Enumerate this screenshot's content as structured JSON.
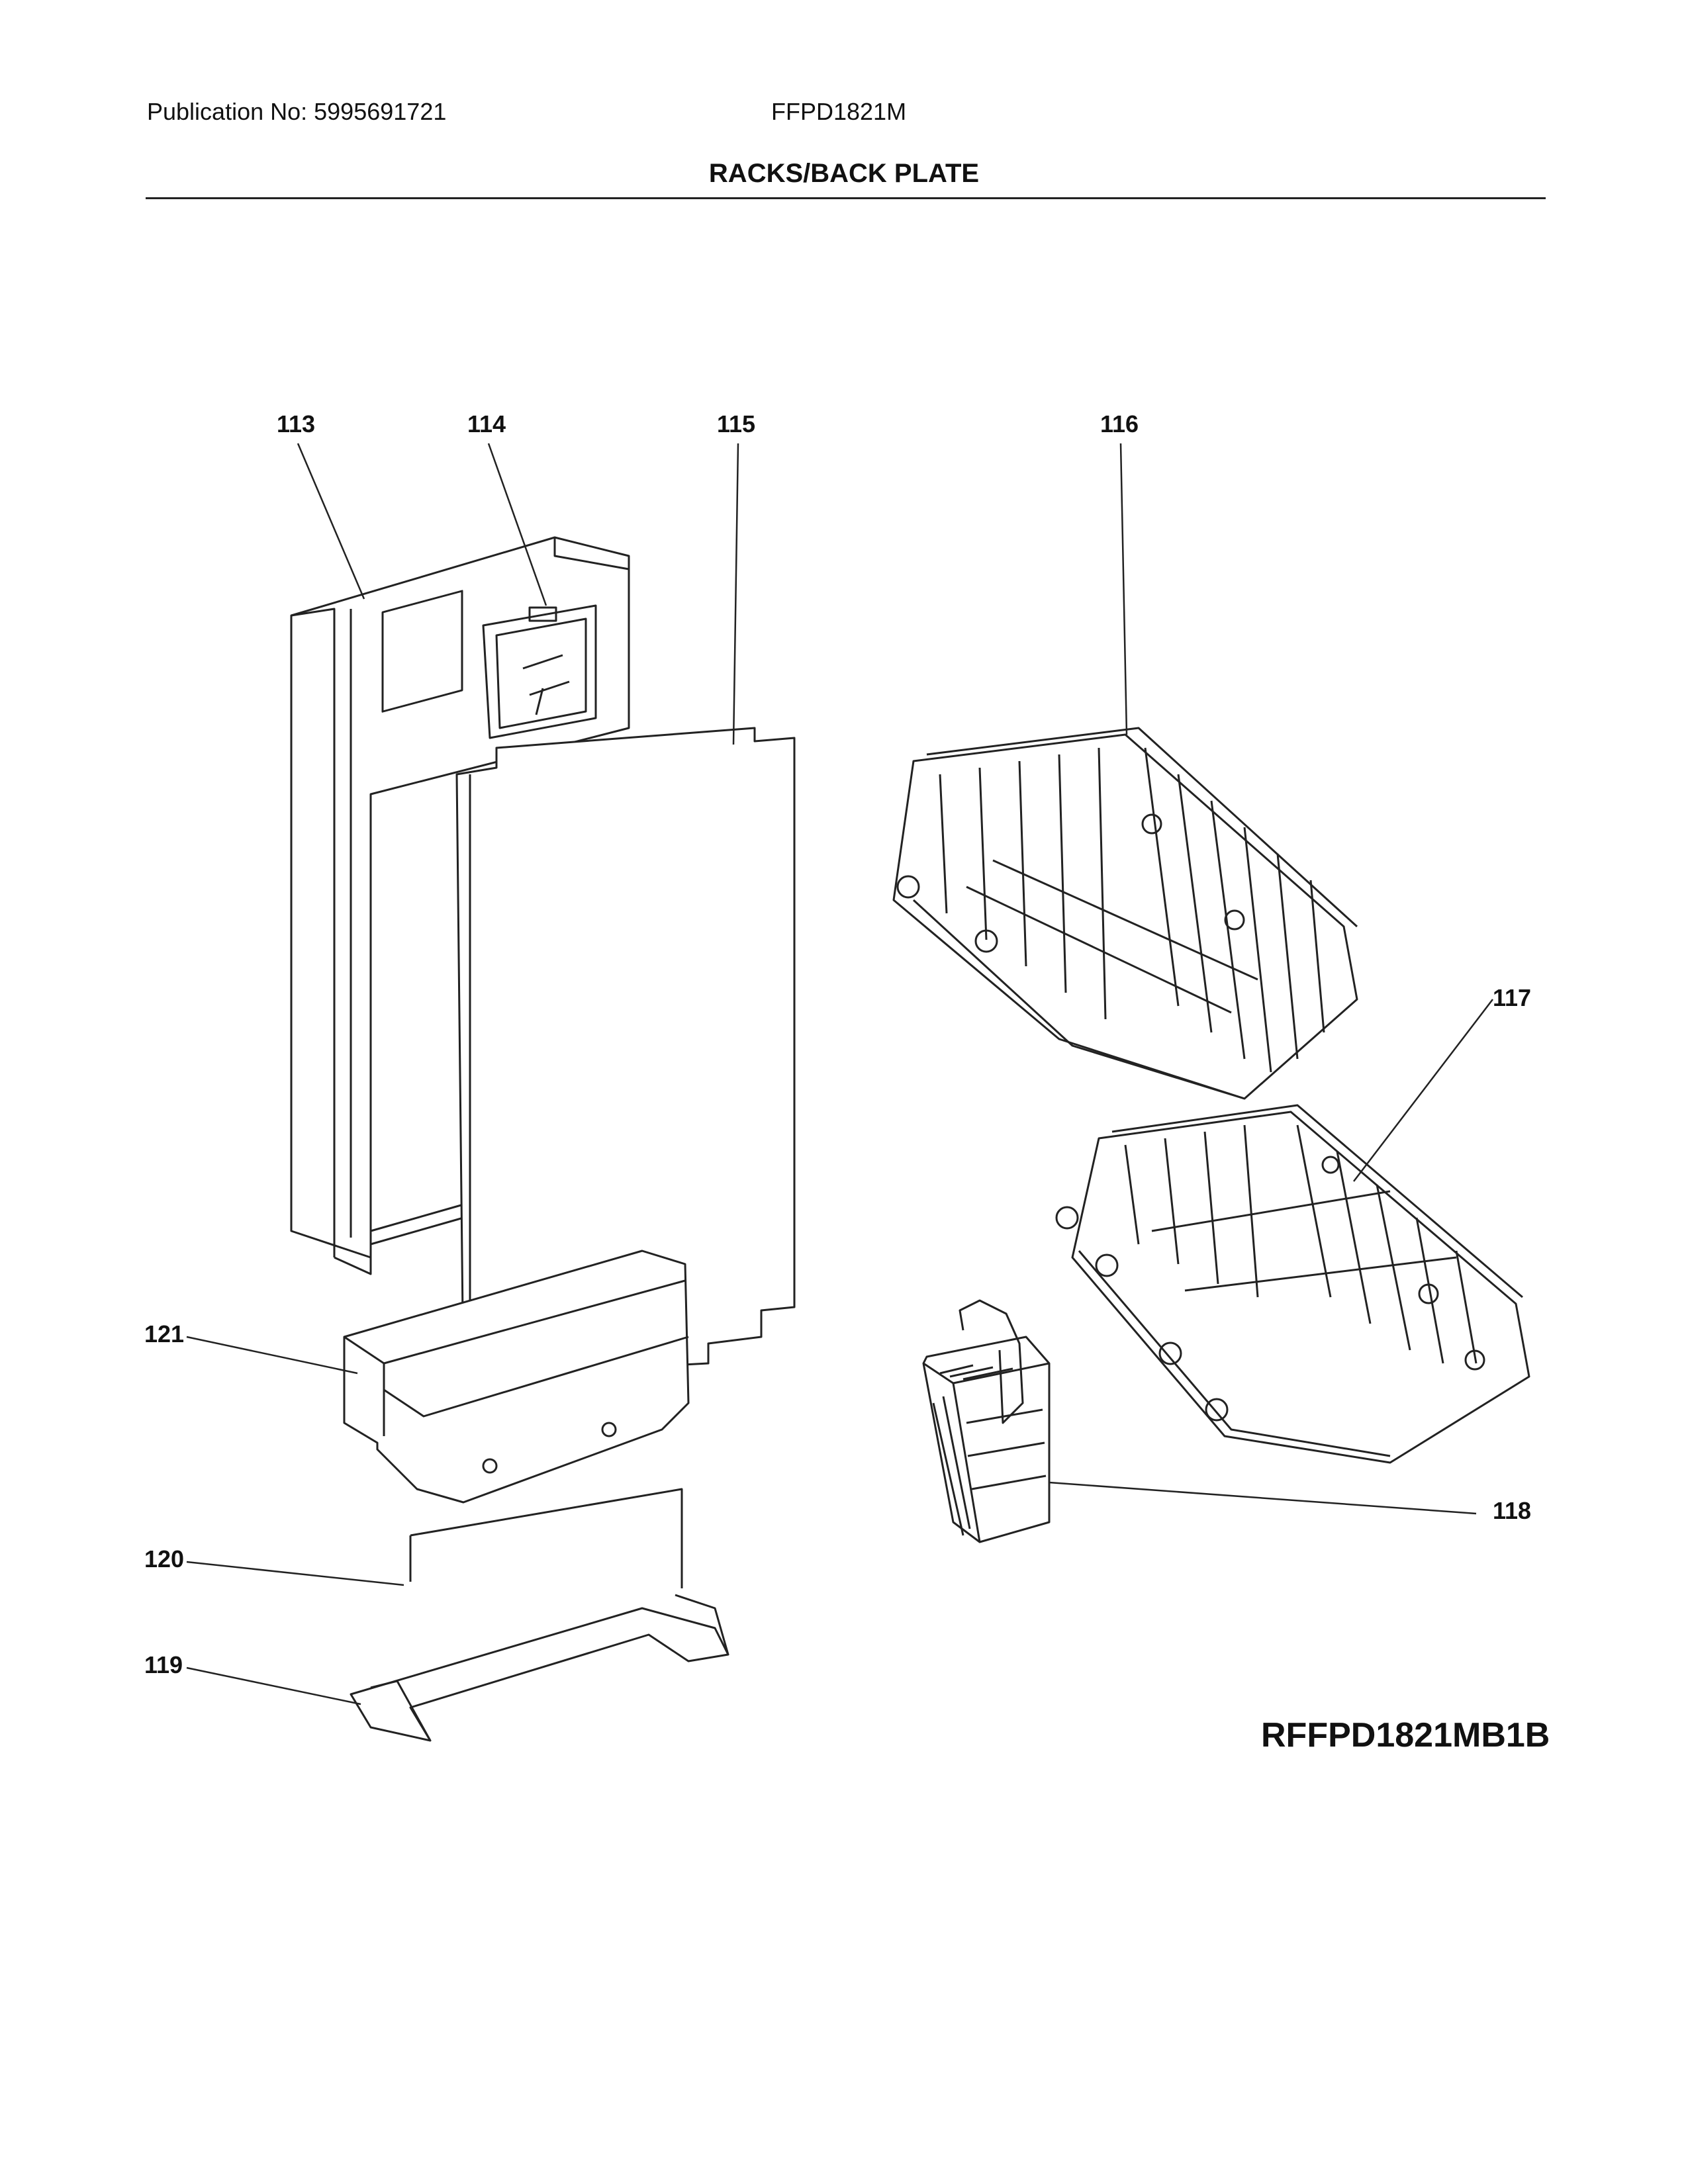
{
  "header": {
    "publication": "Publication No: 5995691721",
    "model": "FFPD1821M",
    "title": "RACKS/BACK PLATE"
  },
  "callouts": {
    "p113": "113",
    "p114": "114",
    "p115": "115",
    "p116": "116",
    "p117": "117",
    "p118": "118",
    "p119": "119",
    "p120": "120",
    "p121": "121"
  },
  "diagram_code": "RFFPD1821MB1B"
}
